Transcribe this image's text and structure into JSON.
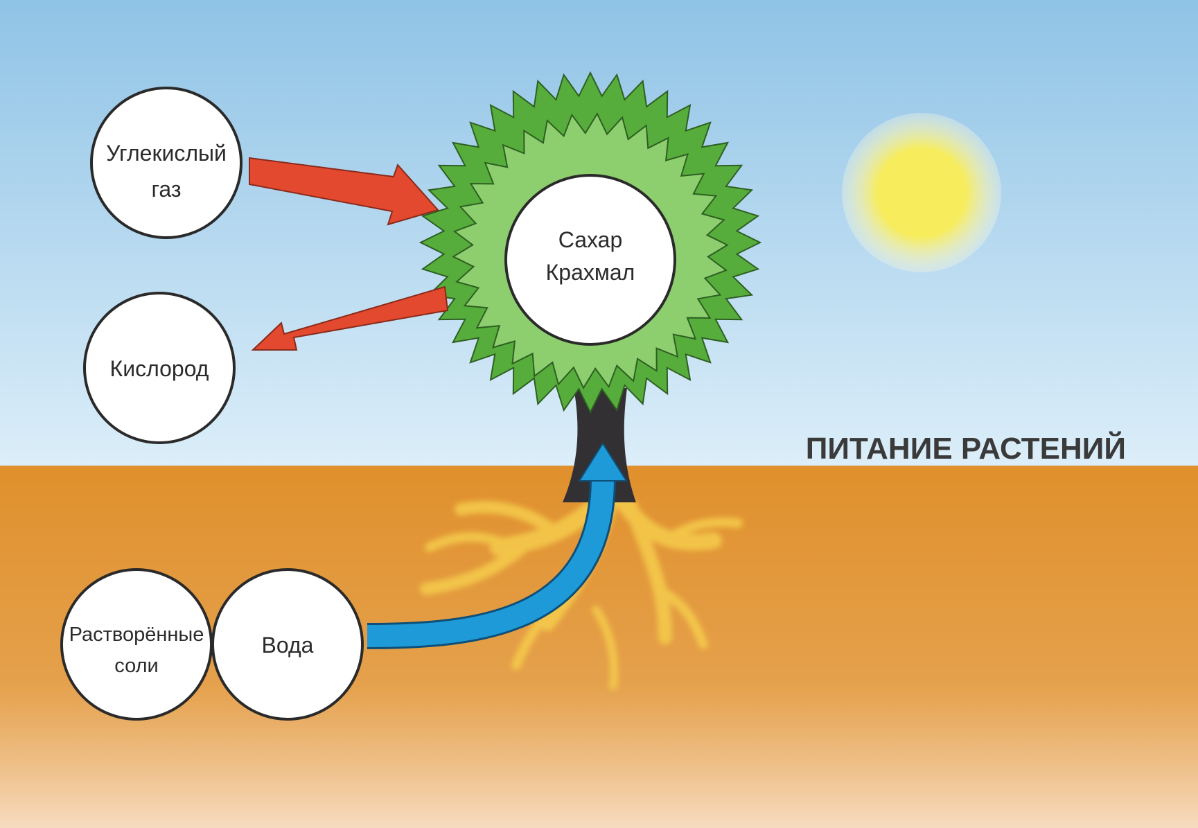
{
  "title": "ПИТАНИЕ РАСТЕНИЙ",
  "nodes": {
    "co2": {
      "lines": [
        "Углекислый",
        "газ"
      ]
    },
    "oxygen": {
      "lines": [
        "Кислород"
      ]
    },
    "crown": {
      "lines": [
        "Сахар",
        "Крахмал"
      ]
    },
    "salts": {
      "lines": [
        "Растворённые",
        "соли"
      ]
    },
    "water": {
      "lines": [
        "Вода"
      ]
    }
  },
  "edges": [
    {
      "from": "co2",
      "to": "crown"
    },
    {
      "from": "crown",
      "to": "oxygen"
    },
    {
      "from": "water",
      "to": "crown"
    }
  ],
  "colors": {
    "sky_top": "#8fc3e6",
    "sky_bottom": "#dceef9",
    "soil_top": "#e0902c",
    "soil_bottom": "#f7dcc0",
    "leaf_outer": "#57ad3c",
    "leaf_inner": "#8dcf6e",
    "trunk": "#333033",
    "roots": "#f5cc4c",
    "sun": "#f7ec5c",
    "arrow_gas": "#e2492f",
    "arrow_water": "#1f9ad9",
    "circle_fill": "#ffffff",
    "circle_stroke": "#2a2a2a"
  }
}
